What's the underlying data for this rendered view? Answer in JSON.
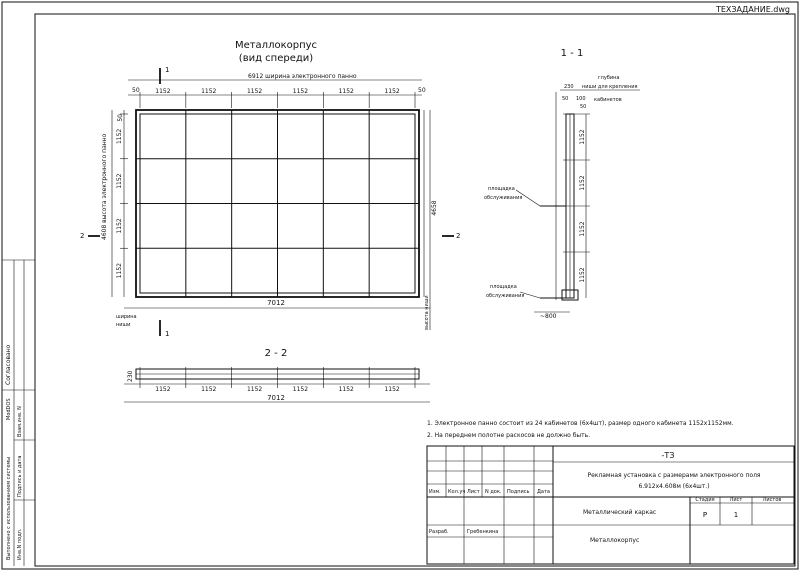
{
  "file_tab": "ТЕХЗАДАНИЕ.dwg",
  "front_view": {
    "title": "Металлокорпус",
    "subtitle": "(вид спереди)",
    "panel_width_label": "6912 ширина электронного панно",
    "offset_left": "50",
    "offset_right": "50",
    "cabinet_widths": [
      "1152",
      "1152",
      "1152",
      "1152",
      "1152",
      "1152"
    ],
    "cabinet_heights": [
      "1152",
      "1152",
      "1152",
      "1152"
    ],
    "top_small_dim": "50",
    "panel_height_label": "4608 высота электронного панно",
    "total_height": "4658",
    "total_width": "7012",
    "niche_width_label": [
      "ширина",
      "ниши"
    ],
    "niche_height_label": "высота ниши",
    "cut_mark_1": "1",
    "cut_mark_2": "2"
  },
  "section_1": {
    "title": "1 - 1",
    "depth_label": "глубина",
    "niche_mounting_label": "ниши для крепления",
    "cabinets_label": "кабинетов",
    "dim_230": "230",
    "dim_50a": "50",
    "dim_100": "100",
    "dim_50b": "50",
    "row_heights": [
      "1152",
      "1152",
      "1152",
      "1152"
    ],
    "platform_label_1": [
      "площадка",
      "обслуживания"
    ],
    "platform_label_2": [
      "площадка",
      "обслуживания"
    ],
    "bottom_dim": "~800"
  },
  "section_2": {
    "title": "2 - 2",
    "depth": "230",
    "cabinet_widths": [
      "1152",
      "1152",
      "1152",
      "1152",
      "1152",
      "1152"
    ],
    "total_width": "7012"
  },
  "notes": [
    "1. Электронное панно состоит из 24 кабинетов (6х4шт), размер одного кабинета 1152х1152мм.",
    "2. На переднем полотне раскосов не должно быть."
  ],
  "title_block": {
    "code": "-ТЗ",
    "project_line1": "Рекламная установка с размерами электронного поля",
    "project_line2": "6.912х4.608м  (6х4шт.)",
    "headers": [
      "Изм.",
      "Кол.уч",
      "Лист",
      "N док.",
      "Подпись",
      "Дата"
    ],
    "developed_label": "Разраб.",
    "developer": "Гребенкина",
    "part_name": "Металлический каркас",
    "drawing_name": "Металлокорпус",
    "stage_label": "Стадия",
    "sheet_label": "Лист",
    "sheets_label": "Листов",
    "stage_value": "Р",
    "sheet_value": "1"
  },
  "side_stamp": {
    "agreed": "Согласовано",
    "made_with": "Выполнено с использованием системы",
    "system": "ModDOS",
    "col_labels": [
      "Взам.инв. N",
      "Подпись и дата",
      "Инв.N подл."
    ]
  }
}
